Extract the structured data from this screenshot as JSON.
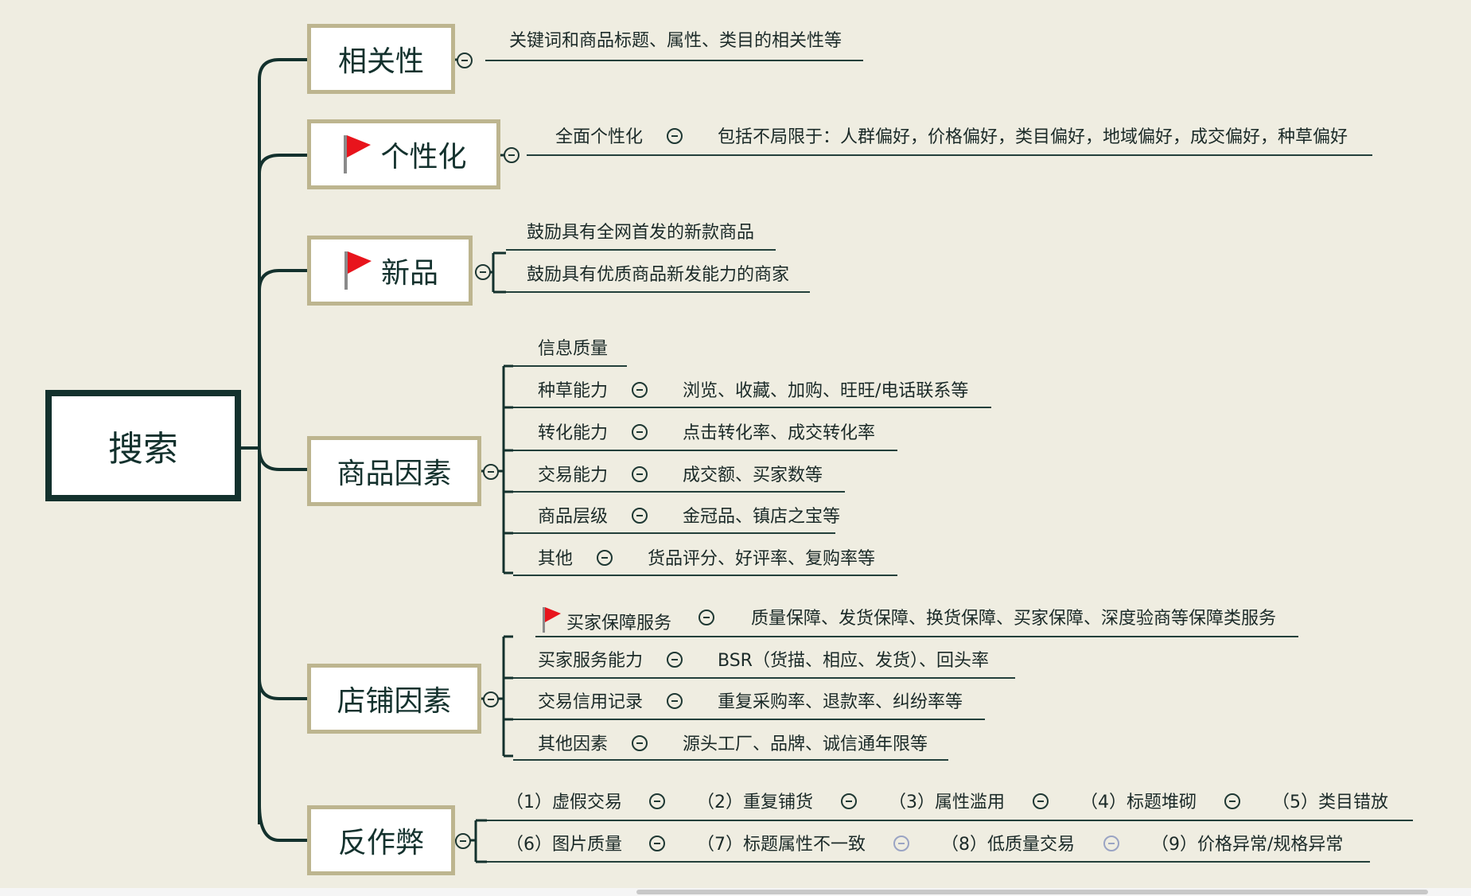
{
  "root": {
    "label": "搜索"
  },
  "branches": {
    "relevance": {
      "label": "相关性",
      "detail": "关键词和商品标题、属性、类目的相关性等"
    },
    "personalization": {
      "label": "个性化",
      "item": "全面个性化",
      "detail": "包括不局限于：人群偏好，价格偏好，类目偏好，地域偏好，成交偏好，种草偏好"
    },
    "new_product": {
      "label": "新品",
      "items": [
        "鼓励具有全网首发的新款商品",
        "鼓励具有优质商品新发能力的商家"
      ]
    },
    "product_factors": {
      "label": "商品因素",
      "info_quality": "信息质量",
      "items": [
        {
          "name": "种草能力",
          "detail": "浏览、收藏、加购、旺旺/电话联系等"
        },
        {
          "name": "转化能力",
          "detail": "点击转化率、成交转化率"
        },
        {
          "name": "交易能力",
          "detail": "成交额、买家数等"
        },
        {
          "name": "商品层级",
          "detail": "金冠品、镇店之宝等"
        },
        {
          "name": "其他",
          "detail": "货品评分、好评率、复购率等"
        }
      ]
    },
    "store_factors": {
      "label": "店铺因素",
      "items": [
        {
          "name": "买家保障服务",
          "detail": "质量保障、发货保障、换货保障、买家保障、深度验商等保障类服务"
        },
        {
          "name": "买家服务能力",
          "detail": "BSR（货描、相应、发货）、回头率"
        },
        {
          "name": "交易信用记录",
          "detail": "重复采购率、退款率、纠纷率等"
        },
        {
          "name": "其他因素",
          "detail": "源头工厂、品牌、诚信通年限等"
        }
      ]
    },
    "anti_cheat": {
      "label": "反作弊",
      "row1": [
        "（1）虚假交易",
        "（2）重复铺货",
        "（3）属性滥用",
        "（4）标题堆砌",
        "（5）类目错放"
      ],
      "row2": [
        "（6）图片质量",
        "（7）标题属性不一致",
        "（8）低质量交易",
        "（9）价格异常/规格异常"
      ]
    }
  },
  "colors": {
    "background": "#efede1",
    "line": "#13312d",
    "branch_border": "#bdb58f",
    "flag": "#e8141c"
  },
  "icons": {
    "flag": "red-flag-icon",
    "collapse": "minus-circle-icon"
  }
}
